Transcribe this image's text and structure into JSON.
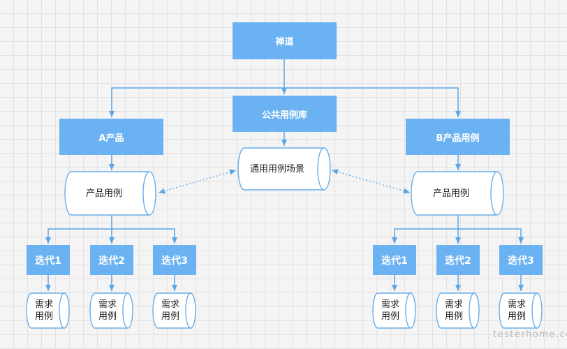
{
  "nodes": {
    "root": "禅道",
    "common_lib": "公共用例库",
    "product_a": "A产品",
    "product_b": "B产品用例",
    "common_scenarios": "通用用例场景",
    "a_cases": "产品用例",
    "b_cases": "产品用例",
    "iterations": [
      "迭代1",
      "迭代2",
      "迭代3"
    ],
    "requirement_case": "需求用例"
  },
  "watermark": "testerhome.com",
  "colors": {
    "node_fill": "#6ab2f1",
    "line": "#5aa5e6",
    "cylinder_stroke": "#6aaee8"
  }
}
